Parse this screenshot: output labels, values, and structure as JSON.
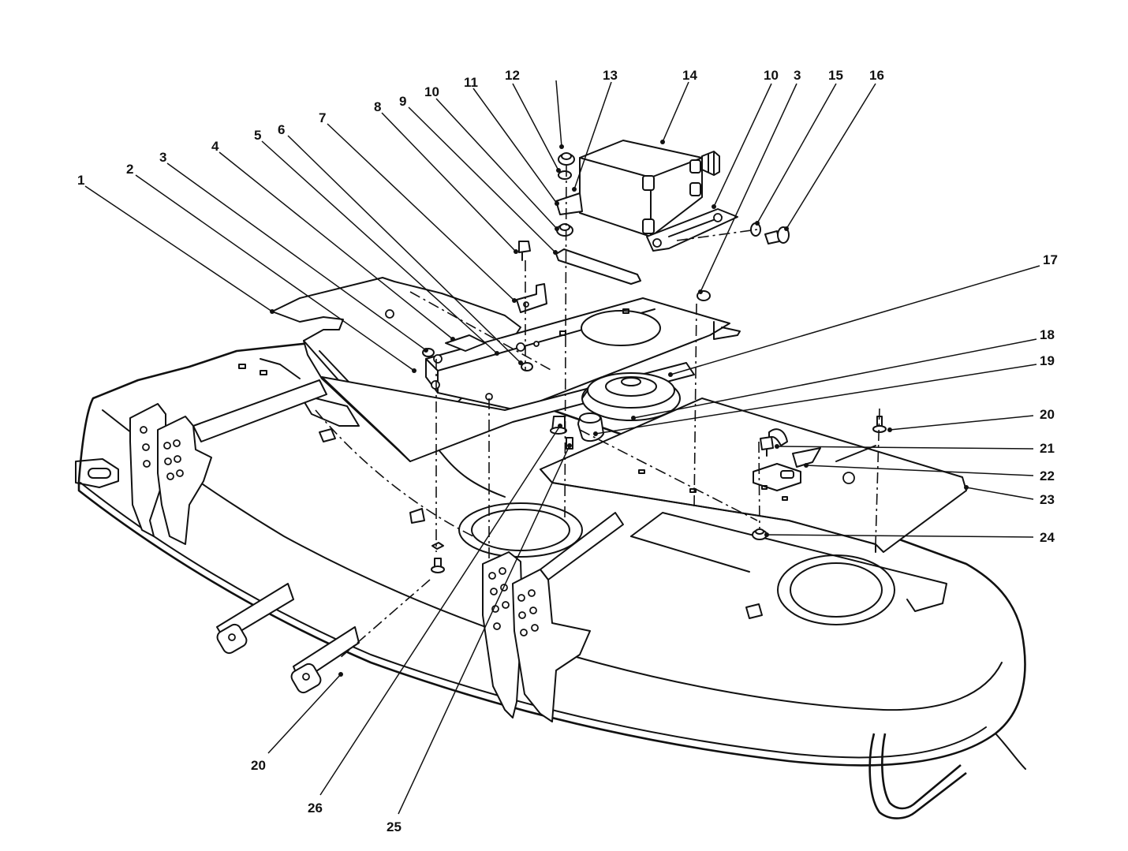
{
  "callouts": [
    {
      "id": "c1",
      "text": "1"
    },
    {
      "id": "c2",
      "text": "2"
    },
    {
      "id": "c3a",
      "text": "3"
    },
    {
      "id": "c4",
      "text": "4"
    },
    {
      "id": "c5",
      "text": "5"
    },
    {
      "id": "c6",
      "text": "6"
    },
    {
      "id": "c7",
      "text": "7"
    },
    {
      "id": "c8",
      "text": "8"
    },
    {
      "id": "c9",
      "text": "9"
    },
    {
      "id": "c10a",
      "text": "10"
    },
    {
      "id": "c11",
      "text": "11"
    },
    {
      "id": "c12",
      "text": "12"
    },
    {
      "id": "c13",
      "text": "13"
    },
    {
      "id": "c14",
      "text": "14"
    },
    {
      "id": "c10b",
      "text": "10"
    },
    {
      "id": "c3b",
      "text": "3"
    },
    {
      "id": "c15",
      "text": "15"
    },
    {
      "id": "c16",
      "text": "16"
    },
    {
      "id": "c17",
      "text": "17"
    },
    {
      "id": "c18",
      "text": "18"
    },
    {
      "id": "c19",
      "text": "19"
    },
    {
      "id": "c20a",
      "text": "20"
    },
    {
      "id": "c21",
      "text": "21"
    },
    {
      "id": "c22",
      "text": "22"
    },
    {
      "id": "c23",
      "text": "23"
    },
    {
      "id": "c24",
      "text": "24"
    },
    {
      "id": "c20b",
      "text": "20"
    },
    {
      "id": "c26",
      "text": "26"
    },
    {
      "id": "c25",
      "text": "25"
    }
  ]
}
